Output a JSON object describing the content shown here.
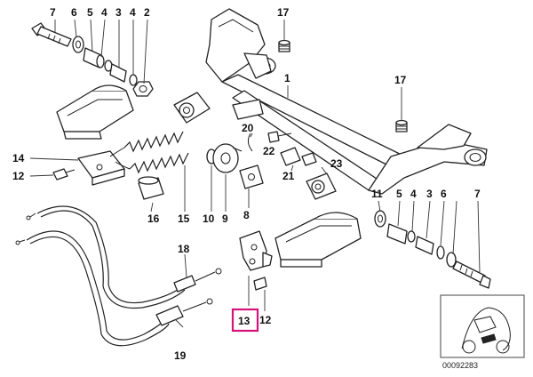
{
  "labels": {
    "p1": "1",
    "p2": "2",
    "p4a": "4",
    "p4b": "4",
    "p5a": "5",
    "p6a": "6",
    "p7a": "7",
    "p17a": "17",
    "p17b": "17",
    "p14": "14",
    "p12a": "12",
    "p20": "20",
    "p22": "22",
    "p21": "21",
    "p23": "23",
    "p16": "16",
    "p15": "15",
    "p10": "10",
    "p9": "9",
    "p8": "8",
    "p11": "11",
    "p5b": "5",
    "p4c": "4",
    "p3": "3",
    "p6b": "6",
    "p7b": "7",
    "p18": "18",
    "p19": "19",
    "p13": "13",
    "p12b": "12"
  },
  "highlight": {
    "label": "13",
    "color": "#d4147a"
  },
  "drawing_number": "00092283"
}
